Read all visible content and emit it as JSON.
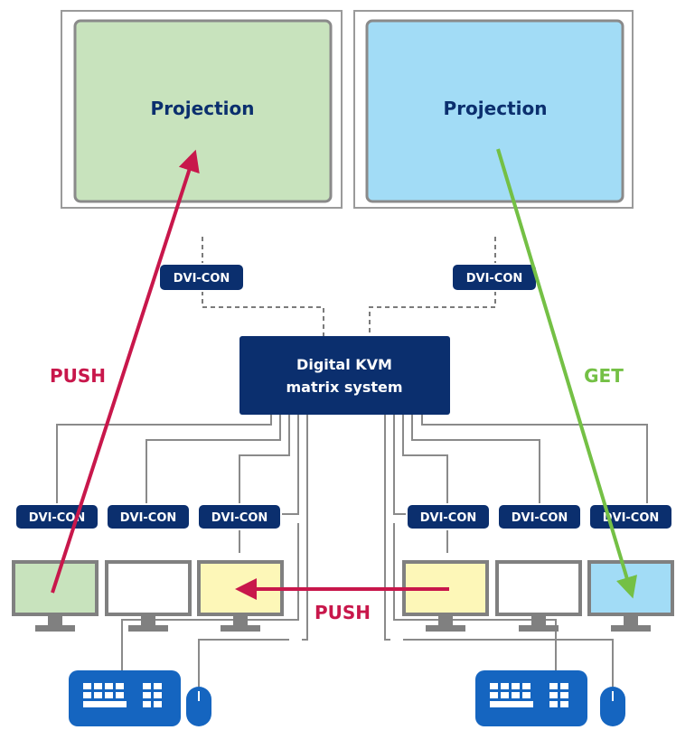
{
  "projectors": [
    {
      "label": "Projection",
      "color": "#c8e3bd"
    },
    {
      "label": "Projection",
      "color": "#a2dcf6"
    }
  ],
  "projector_connector_label": "DVI-CON",
  "kvm_system": {
    "line1": "Digital KVM",
    "line2": "matrix system",
    "color": "#0b2f6e"
  },
  "workstation_connector_label": "DVI-CON",
  "monitors": [
    {
      "color": "#c8e3bd"
    },
    {
      "color": "#ffffff"
    },
    {
      "color": "#fdf7b8"
    },
    {
      "color": "#fdf7b8"
    },
    {
      "color": "#ffffff"
    },
    {
      "color": "#a2dcf6"
    }
  ],
  "arrows": {
    "push_up": {
      "label": "PUSH",
      "color": "#c8174b"
    },
    "get_down": {
      "label": "GET",
      "color": "#74c045"
    },
    "push_left": {
      "label": "PUSH",
      "color": "#c8174b"
    }
  },
  "colors": {
    "connector": "#0b2f6e",
    "frame": "#7b7b7b",
    "cable": "#8a8a8a",
    "projection_text": "#0b2f6e"
  },
  "icons": [
    "monitor-icon",
    "keyboard-icon",
    "mouse-icon"
  ]
}
